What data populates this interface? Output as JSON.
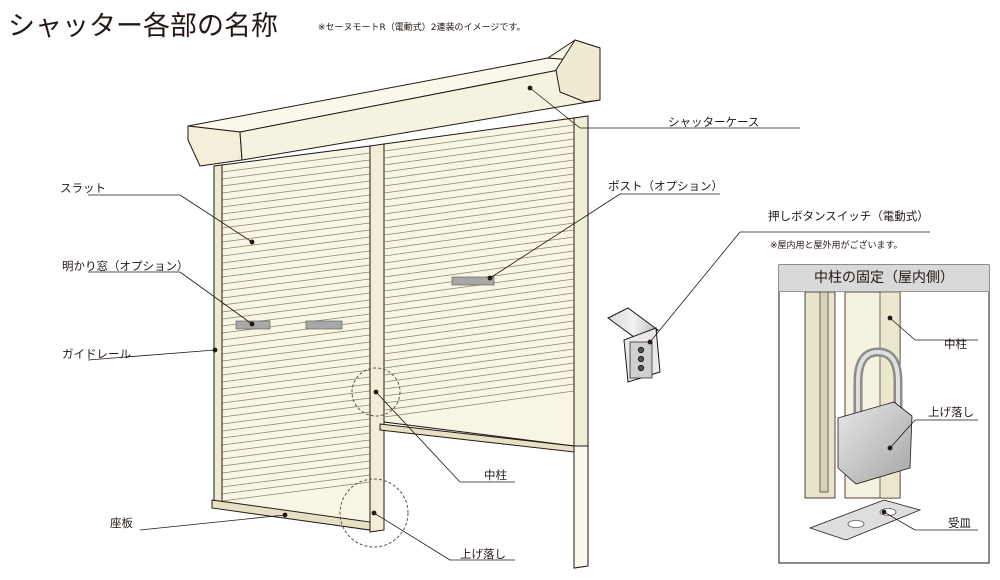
{
  "title": "シャッター各部の名称",
  "subtitle": "※セーヌモートR（電動式）2連装のイメージです。",
  "labels": {
    "case": "シャッターケース",
    "slat": "スラット",
    "post": "ポスト（オプション）",
    "switch": "押しボタンスイッチ（電動式）",
    "switch_note": "※屋内用と屋外用がございます。",
    "window": "明かり窓（オプション）",
    "guide_rail": "ガイドレール",
    "center_post": "中柱",
    "base_plate": "座板",
    "drop_bolt": "上げ落し"
  },
  "inset": {
    "title": "中柱の固定（屋内側）",
    "center_post": "中柱",
    "drop_bolt": "上げ落し",
    "receiver": "受皿"
  },
  "colors": {
    "body": "#f8f5e4",
    "line": "#231815",
    "slat_line": "#8a8468",
    "window": "#a8a8a8"
  }
}
